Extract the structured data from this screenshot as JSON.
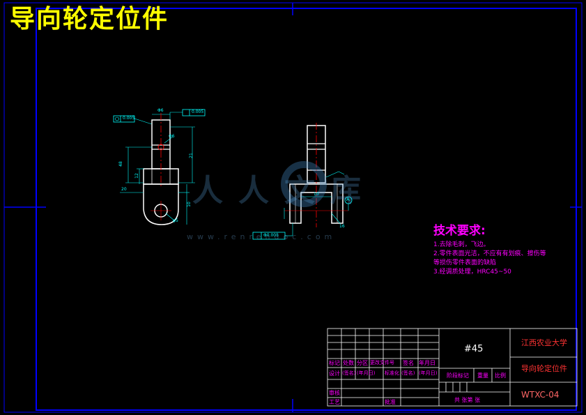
{
  "drawing": {
    "title": "导向轮定位件",
    "tolerances": {
      "left_box": "0.005",
      "top_box": "0.005",
      "bottom_box": "Φ0.005"
    },
    "dimensions": [
      "Φ6",
      "21",
      "Φ6",
      "48",
      "12",
      "20",
      "φ5",
      "10",
      "10",
      "16"
    ],
    "datum": "A"
  },
  "tech_requirements": {
    "heading": "技术要求:",
    "lines": [
      "1.去除毛刺，飞边。",
      "2.零件表面光洁，不应有有划痕、擦伤等",
      "等损伤零件表面的缺陷",
      "3.经调质处理，HRC45~50"
    ]
  },
  "title_block": {
    "material": "#45",
    "school": "江西农业大学",
    "part_name": "导向轮定位件",
    "drawing_no": "WTXC-04",
    "headers": [
      "标记",
      "处数",
      "分区",
      "更改文件号",
      "签名",
      "年月日"
    ],
    "row_design": [
      "设计",
      "(签名)",
      "(年月日)",
      "标准化",
      "(签名)",
      "(年月日)"
    ],
    "stage_labels": [
      "阶段标记",
      "重量",
      "比例"
    ],
    "review": "审核",
    "process": "工艺",
    "approve": "批准",
    "sheets": "共  张第  张"
  },
  "watermark": {
    "text": "人人文库",
    "url": "www.renrendoc.com"
  },
  "colors": {
    "background": "#000000",
    "frame": "#0000ff",
    "title": "#ffff00",
    "part": "#ffffff",
    "dimension": "#00ffff",
    "center_line": "#ff0000",
    "annotation": "#ff00ff"
  }
}
